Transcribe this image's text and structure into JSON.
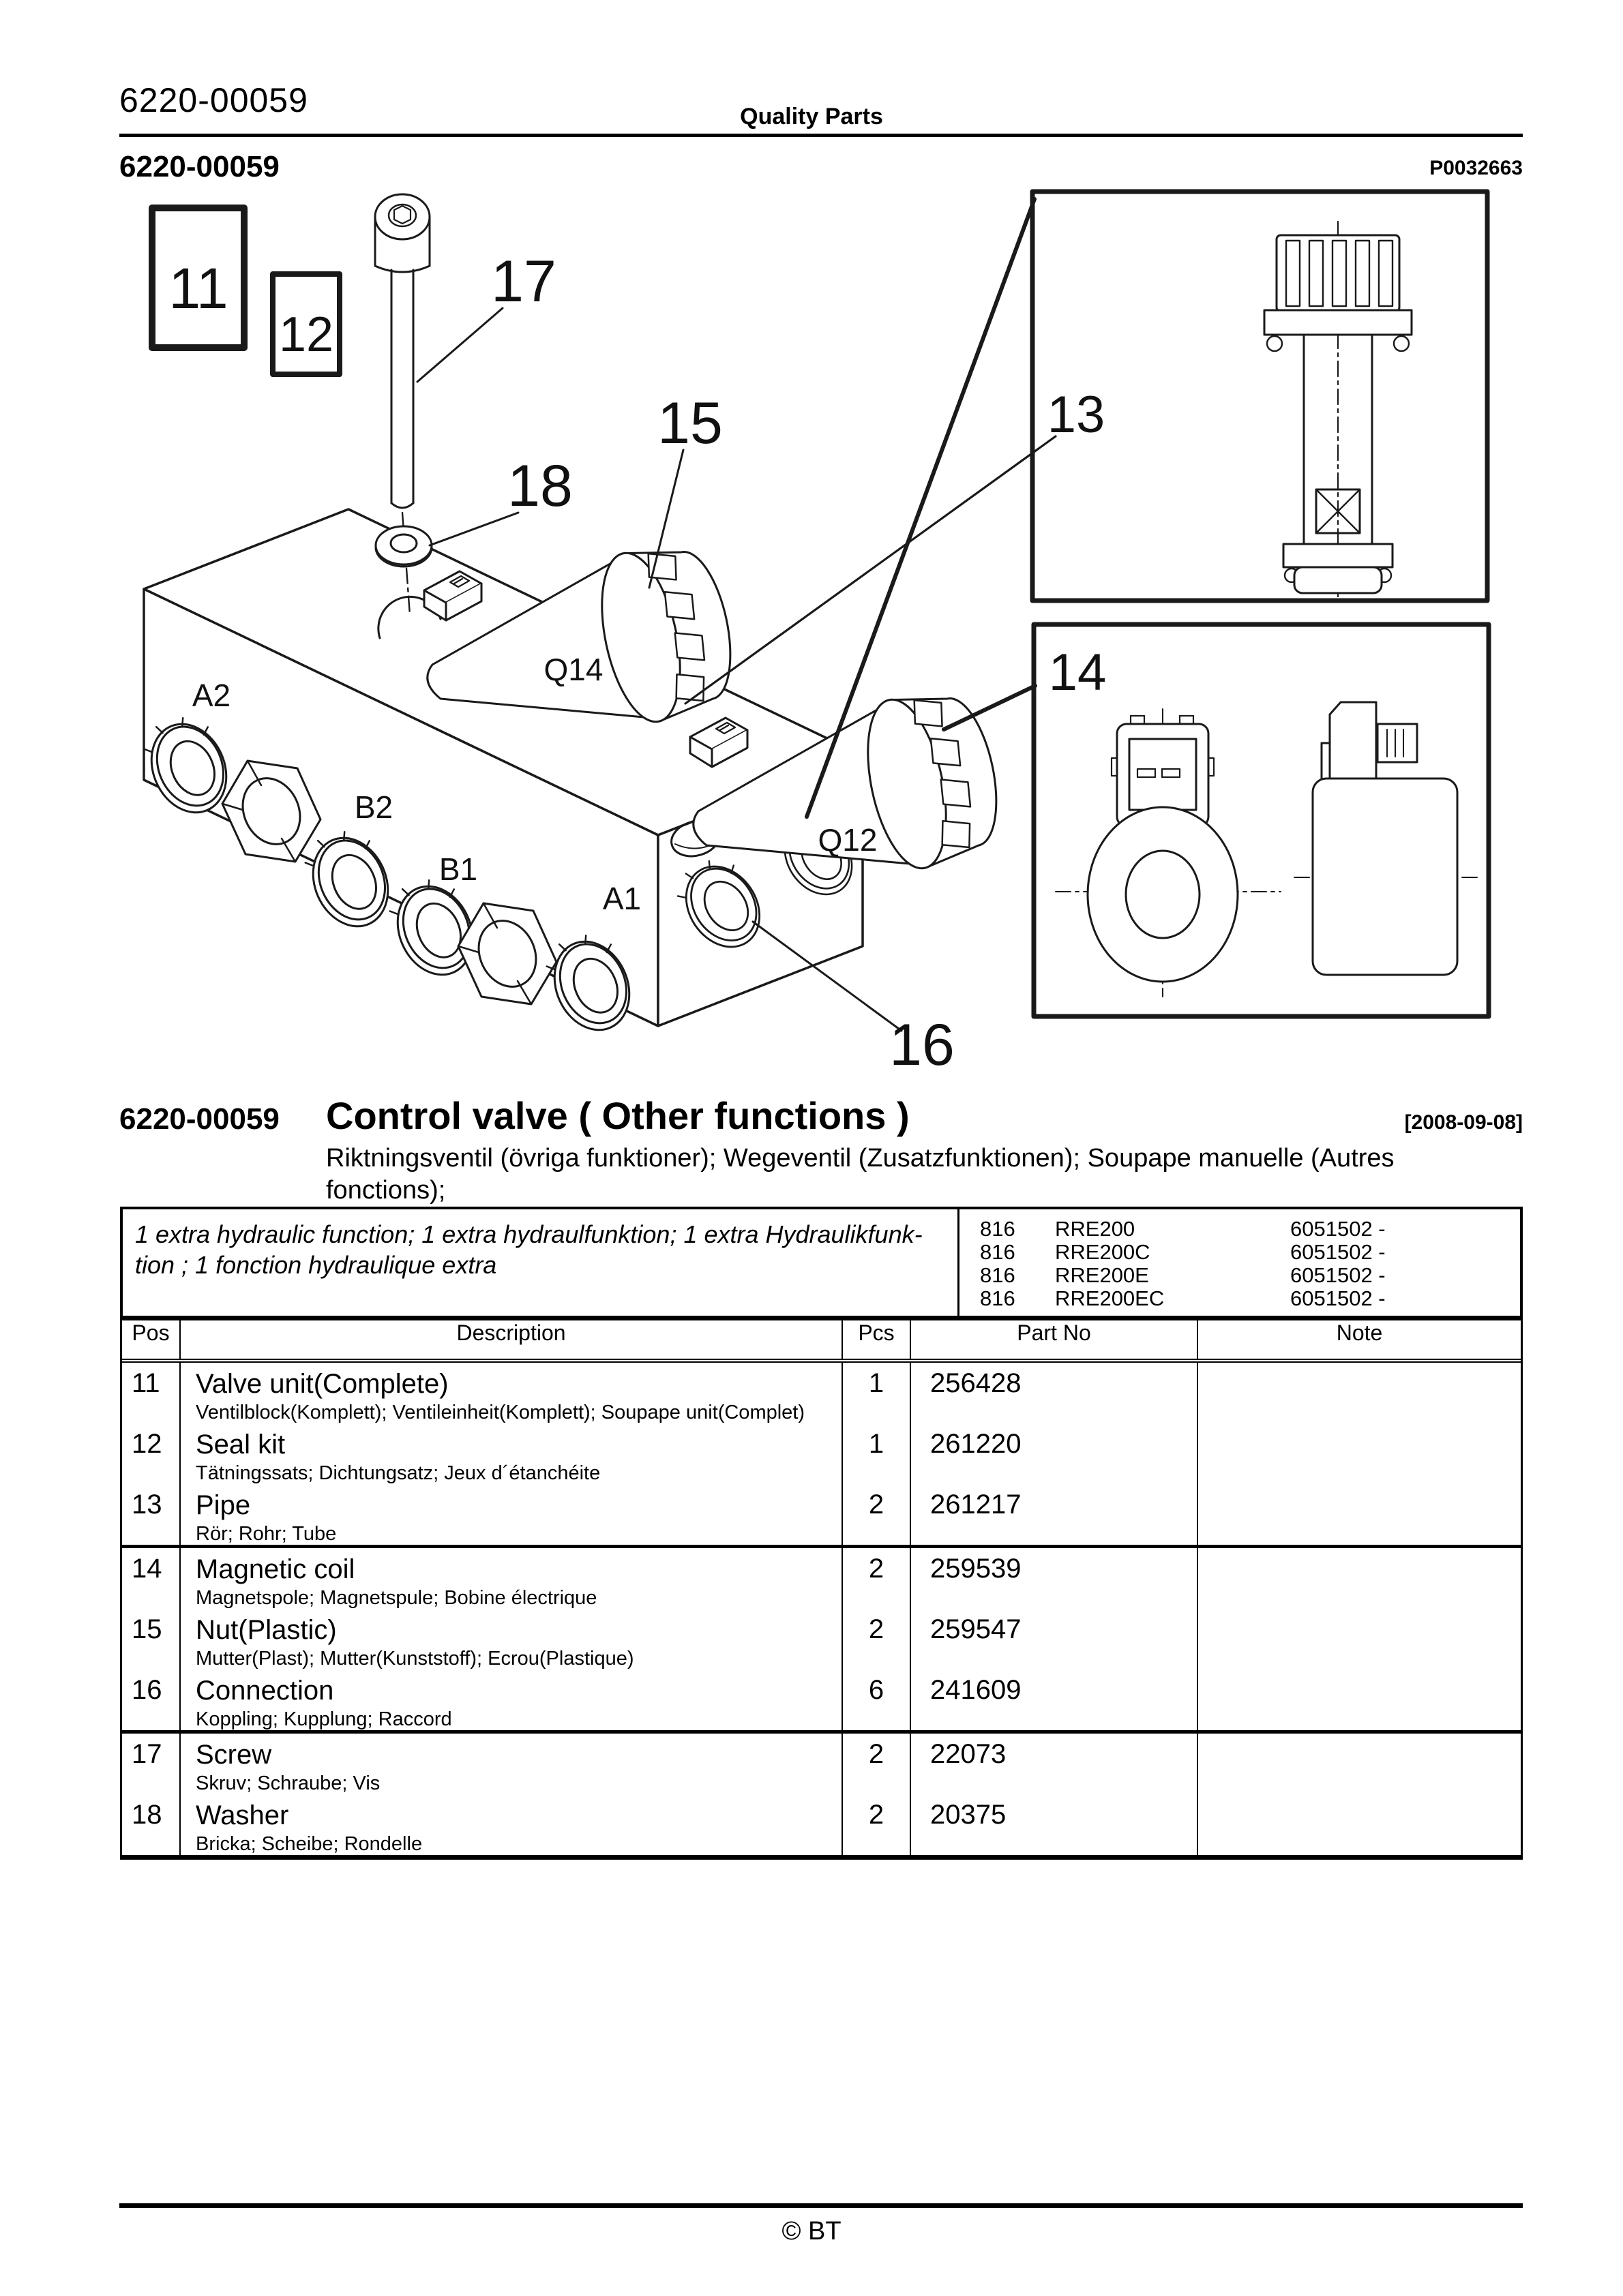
{
  "page": {
    "header_number": "6220-00059",
    "header_center": "Quality Parts",
    "section_number": "6220-00059",
    "image_ref": "P0032663",
    "footer_copyright": "© BT"
  },
  "diagram": {
    "callouts": {
      "c11": "11",
      "c12": "12",
      "c13": "13",
      "c14": "14",
      "c15": "15",
      "c16": "16",
      "c17": "17",
      "c18": "18"
    },
    "labels": {
      "q14": "Q14",
      "q12": "Q12",
      "a2": "A2",
      "b2": "B2",
      "b1": "B1",
      "a1": "A1"
    }
  },
  "title_block": {
    "number": "6220-00059",
    "title": "Control valve ( Other functions )",
    "date": "[2008-09-08]",
    "subtitle_line1": "Riktningsventil (övriga funktioner); Wegeventil (Zusatzfunktionen); Soupape manuelle (Autres",
    "subtitle_line2": "fonctions);"
  },
  "variant_box": {
    "description_line1": "1 extra hydraulic function; 1 extra hydraulfunktion; 1 extra Hydraulikfunk-",
    "description_line2": "tion ; 1 fonction hydraulique extra",
    "models": [
      {
        "code": "816",
        "name": "RRE200",
        "serial": "6051502 -"
      },
      {
        "code": "816",
        "name": "RRE200C",
        "serial": "6051502 -"
      },
      {
        "code": "816",
        "name": "RRE200E",
        "serial": "6051502 -"
      },
      {
        "code": "816",
        "name": "RRE200EC",
        "serial": "6051502 -"
      }
    ]
  },
  "parts_table": {
    "headers": {
      "pos": "Pos",
      "description": "Description",
      "pcs": "Pcs",
      "part_no": "Part No",
      "note": "Note"
    },
    "groups": [
      {
        "rows": [
          {
            "pos": "11",
            "name": "Valve unit(Complete)",
            "alt": "Ventilblock(Komplett); Ventileinheit(Komplett); Soupape unit(Complet)",
            "pcs": "1",
            "part_no": "256428",
            "note": ""
          },
          {
            "pos": "12",
            "name": "Seal kit",
            "alt": "Tätningssats; Dichtungsatz; Jeux d´étanchéite",
            "pcs": "1",
            "part_no": "261220",
            "note": ""
          },
          {
            "pos": "13",
            "name": "Pipe",
            "alt": "Rör; Rohr; Tube",
            "pcs": "2",
            "part_no": "261217",
            "note": ""
          }
        ]
      },
      {
        "rows": [
          {
            "pos": "14",
            "name": "Magnetic coil",
            "alt": "Magnetspole; Magnetspule; Bobine électrique",
            "pcs": "2",
            "part_no": "259539",
            "note": ""
          },
          {
            "pos": "15",
            "name": "Nut(Plastic)",
            "alt": "Mutter(Plast); Mutter(Kunststoff); Ecrou(Plastique)",
            "pcs": "2",
            "part_no": "259547",
            "note": ""
          },
          {
            "pos": "16",
            "name": "Connection",
            "alt": "Koppling; Kupplung; Raccord",
            "pcs": "6",
            "part_no": "241609",
            "note": ""
          }
        ]
      },
      {
        "rows": [
          {
            "pos": "17",
            "name": "Screw",
            "alt": "Skruv; Schraube; Vis",
            "pcs": "2",
            "part_no": "22073",
            "note": ""
          },
          {
            "pos": "18",
            "name": "Washer",
            "alt": "Bricka; Scheibe; Rondelle",
            "pcs": "2",
            "part_no": "20375",
            "note": ""
          }
        ]
      }
    ]
  }
}
